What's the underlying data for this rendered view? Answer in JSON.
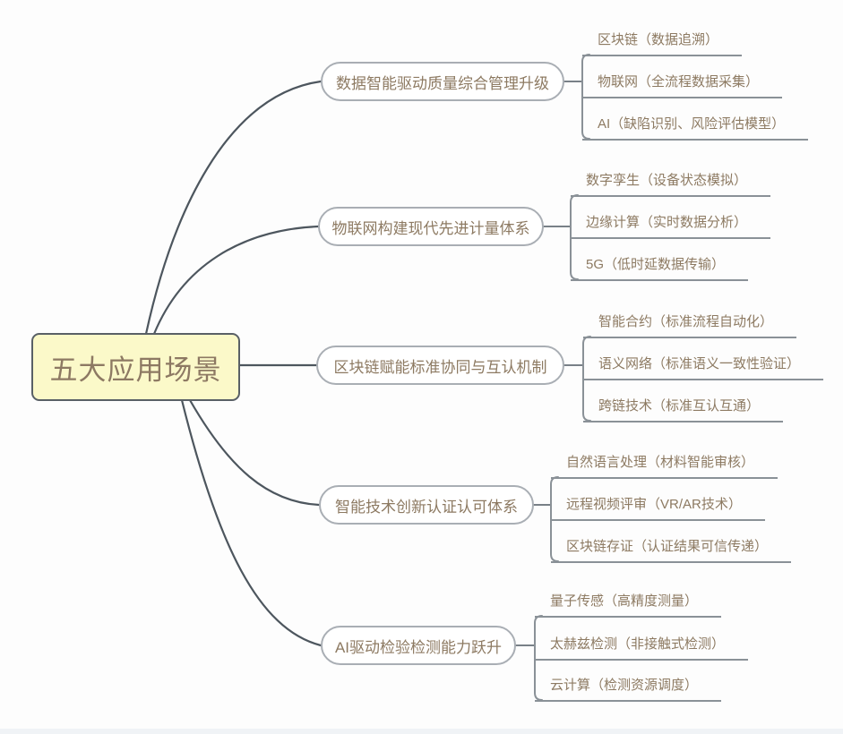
{
  "root": {
    "label": "五大应用场景"
  },
  "branches": [
    {
      "label": "数据智能驱动质量综合管理升级",
      "children": [
        "区块链（数据追溯）",
        "物联网（全流程数据采集）",
        "AI（缺陷识别、风险评估模型）"
      ]
    },
    {
      "label": "物联网构建现代先进计量体系",
      "children": [
        "数字孪生（设备状态模拟）",
        "边缘计算（实时数据分析）",
        "5G（低时延数据传输）"
      ]
    },
    {
      "label": "区块链赋能标准协同与互认机制",
      "children": [
        "智能合约（标准流程自动化）",
        "语义网络（标准语义一致性验证）",
        "跨链技术（标准互认互通）"
      ]
    },
    {
      "label": "智能技术创新认证认可体系",
      "children": [
        "自然语言处理（材料智能审核）",
        "远程视频评审（VR/AR技术）",
        "区块链存证（认证结果可信传递）"
      ]
    },
    {
      "label": "AI驱动检验检测能力跃升",
      "children": [
        "量子传感（高精度测量）",
        "太赫兹检测（非接触式检测）",
        "云计算（检测资源调度）"
      ]
    }
  ],
  "colors": {
    "root_fill": "#fbf9c9",
    "root_border": "#596066",
    "node_text": "#8d7a62",
    "branch_border": "#a9aeb4",
    "root_curve": "#4d565e",
    "leaf_line": "#8a9197"
  }
}
